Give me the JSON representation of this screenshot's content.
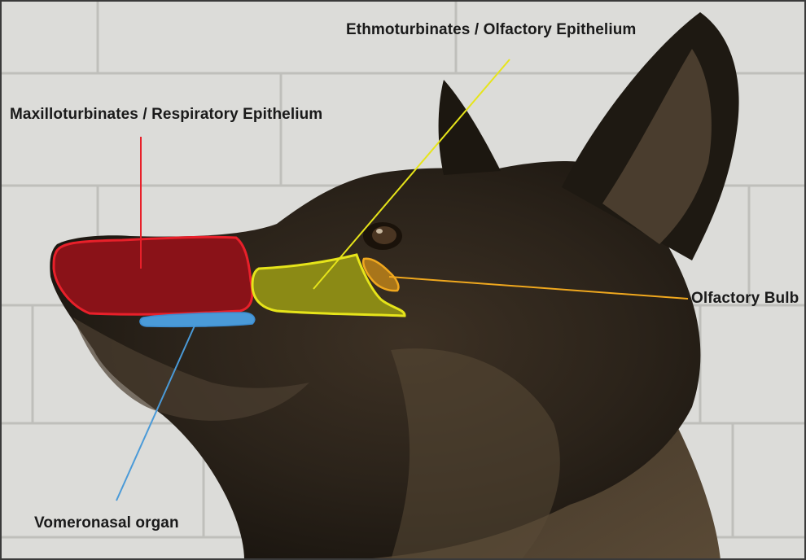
{
  "labels": {
    "ethmo": "Ethmoturbinates / Olfactory Epithelium",
    "maxillo": "Maxilloturbinates / Respiratory Epithelium",
    "bulb": "Olfactory Bulb",
    "vomero": "Vomeronasal organ"
  },
  "colors": {
    "maxillo": "#e8202a",
    "ethmo": "#e6e41a",
    "bulb": "#f0a81e",
    "vomero": "#4a9ad8"
  }
}
